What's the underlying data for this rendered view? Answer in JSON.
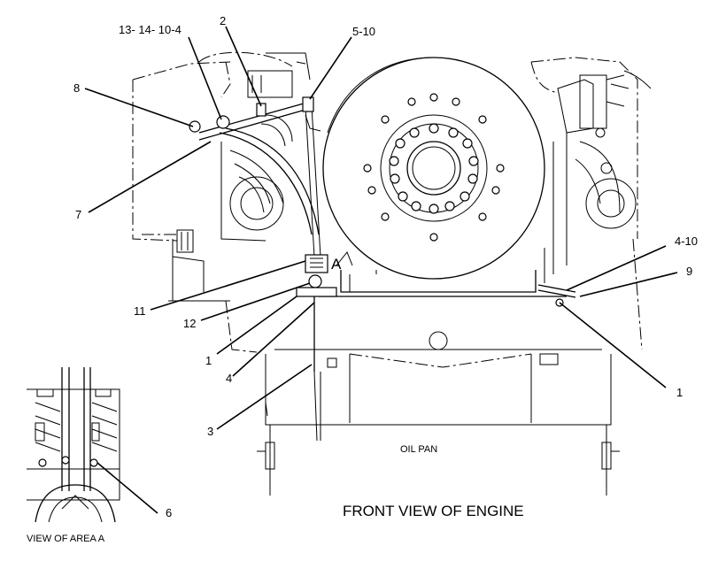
{
  "callouts": {
    "c13_14_10_4": "13- 14- 10-4",
    "c2": "2",
    "c5_10": "5-10",
    "c8": "8",
    "c7": "7",
    "c11": "11",
    "c12": "12",
    "c1_left": "1",
    "c4": "4",
    "c3": "3",
    "c4_10": "4-10",
    "c9": "9",
    "c1_right": "1",
    "c6": "6",
    "cA": "A"
  },
  "labels": {
    "oil_pan": "OIL PAN",
    "front_view": "FRONT VIEW OF ENGINE",
    "view_of_area": "VIEW OF AREA A"
  }
}
